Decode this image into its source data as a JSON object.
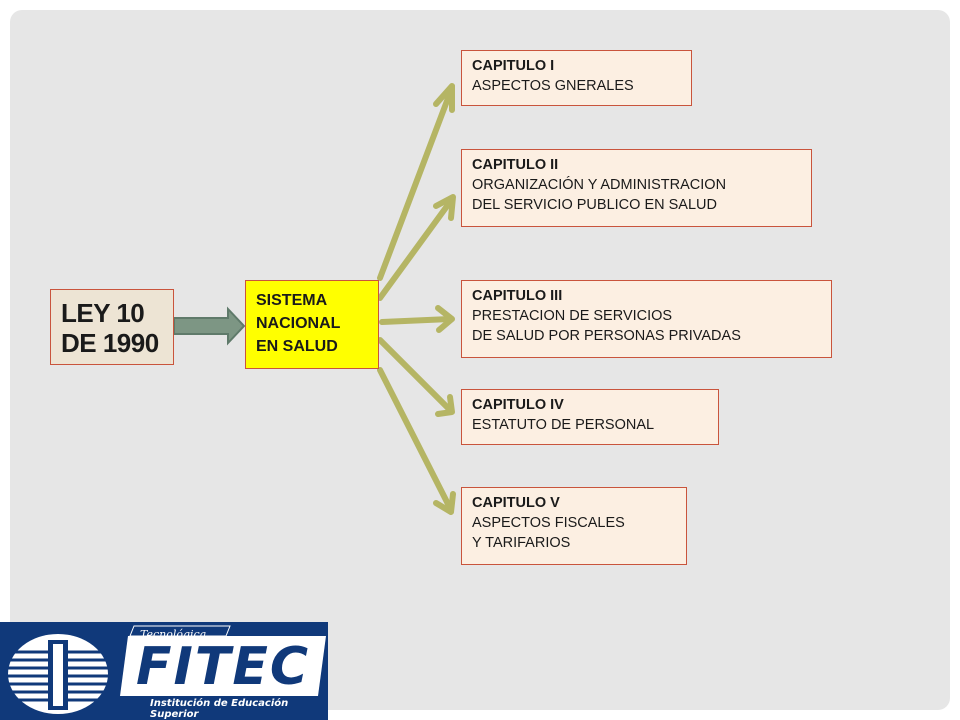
{
  "diagram": {
    "root": {
      "lines": [
        "LEY 10",
        "DE 1990"
      ]
    },
    "hub": {
      "lines": [
        "SISTEMA",
        "NACIONAL",
        "EN SALUD"
      ]
    },
    "chapters": [
      {
        "title": "CAPITULO I",
        "lines": [
          "ASPECTOS GNERALES"
        ]
      },
      {
        "title": "CAPITULO II",
        "lines": [
          "ORGANIZACIÓN Y ADMINISTRACION",
          "DEL SERVICIO PUBLICO EN SALUD"
        ]
      },
      {
        "title": "CAPITULO III",
        "lines": [
          "PRESTACION DE SERVICIOS",
          "DE SALUD POR PERSONAS PRIVADAS"
        ]
      },
      {
        "title": "CAPITULO IV",
        "lines": [
          "ESTATUTO DE PERSONAL"
        ]
      },
      {
        "title": "CAPITULO V",
        "lines": [
          "ASPECTOS FISCALES",
          "Y TARIFARIOS"
        ]
      }
    ],
    "colors": {
      "connector": "#b5b564",
      "root_arrow": "#7d9684",
      "border": "#c9543c",
      "hub_fill": "#ffff00",
      "chapter_fill": "#fcefe2",
      "root_fill": "#ede4d4"
    }
  },
  "logo": {
    "small_text": "Tecnológica",
    "wordmark": "FITEC",
    "subtitle": "Institución de Educación Superior",
    "icon": "globe-emblem-icon",
    "background": "#10397a"
  }
}
